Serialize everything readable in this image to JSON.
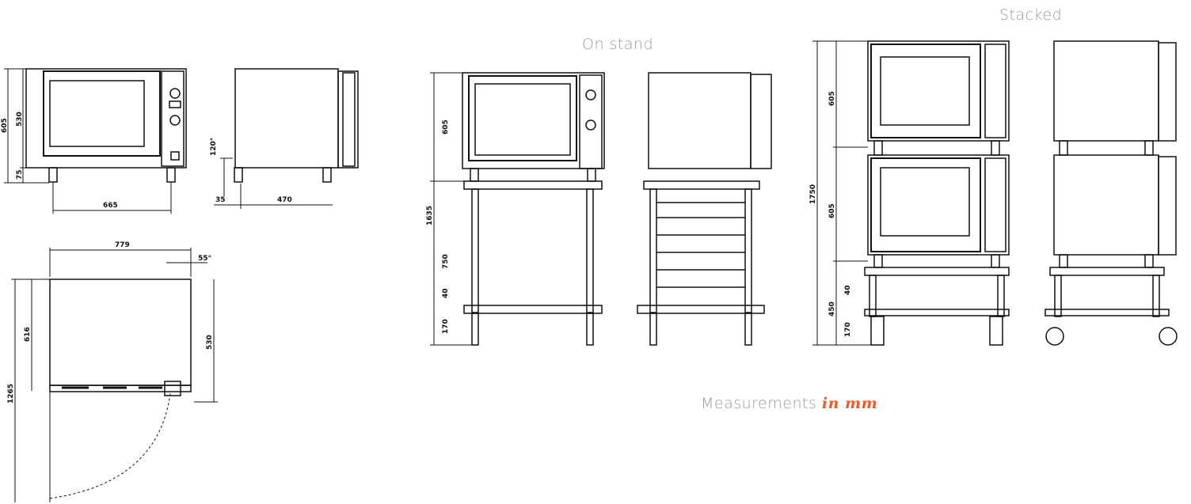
{
  "headings": {
    "stacked": "Stacked",
    "on_stand": "On stand",
    "measurements": "Measurements",
    "measurements_unit": "in mm"
  },
  "colors": {
    "line": "#111111",
    "heading": "#9a9a9a",
    "accent": "#e85d2a"
  },
  "dimensions": {
    "front_total_height": "605",
    "front_body_height": "530",
    "front_feet_height": "75",
    "front_width": "665",
    "side_vent": "120°",
    "side_offset": "35",
    "side_depth": "470",
    "top_width": "779",
    "top_hinge": "55°",
    "top_depth_outer": "616",
    "top_depth_inner": "530",
    "top_door_swing": "1265",
    "stand_total_height": "1635",
    "stand_oven_height": "605",
    "stand_height": "750",
    "stand_shelf": "40",
    "stand_feet": "170",
    "stacked_total_height": "1750",
    "stacked_upper_oven": "605",
    "stacked_lower_oven": "605",
    "stacked_stand": "450",
    "stacked_shelf": "40",
    "stacked_feet": "170"
  }
}
